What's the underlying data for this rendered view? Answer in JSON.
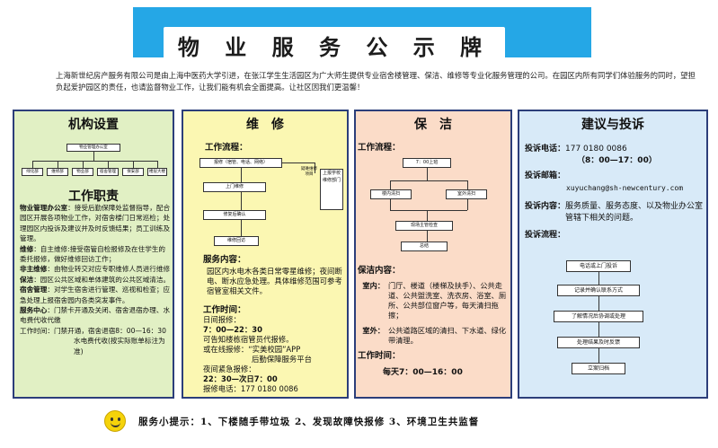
{
  "title": "物 业 服 务 公 示 牌",
  "intro": "上海新世纪房产服务有限公司是由上海中医药大学引进，在张江学生生活园区为广大师生提供专业宿舍楼管理、保洁、维修等专业化服务管理的公司。在园区内所有同学们体验服务的同时，望担负起爱护园区的责任，也请监督物业工作，让我们能有机会全面提高。让社区因我们更温馨！",
  "panel1": {
    "title": "机构设置",
    "org_top": "物业管理办公室",
    "org_children": [
      "绿化部",
      "维修部",
      "物业部",
      "宿舍管理",
      "保安部",
      "楼层大楼"
    ],
    "subtitle": "工作职责",
    "items": [
      {
        "k": "物业管理办公室",
        "v": "：接受后勤保障处监督指导，配合园区开展各项物业工作，对宿舍楼门日常巡检；处理园区内投诉及建议并及时反馈结果；员工训练及管理。"
      },
      {
        "k": "维修",
        "v": "：自主维修:接受宿管自检报修及在住学生的委托报修，做好维修回访工作；"
      },
      {
        "k": "非主维修",
        "v": "：由物业转交对应专职维修人员进行维修"
      },
      {
        "k": "保洁",
        "v": "：园区公共区域和单体建筑的公共区域清洁。"
      },
      {
        "k": "宿舍管理",
        "v": "：对学生宿舍进行管理、巡视和检查；应急处理上报宿舍园内各类突发事件。"
      },
      {
        "k": "服务中心",
        "v": "：门禁卡开通及关闭、宿舍退宿办理、水电费代收代缴"
      }
    ],
    "hours": "工作时间：门禁开通，宿舍退宿8：00—16：30",
    "hours2": "水电费代收(按实际账单标注为准)"
  },
  "panel2": {
    "title": "维　修",
    "flow_label": "工作流程：",
    "flow": [
      "报修（宿管、电话、网络）",
      "上门维修",
      "修复后确认",
      "维修回访",
      "上报学校维修部门",
      "疑难维修项目"
    ],
    "content_label": "服务内容：",
    "content": "园区内水电木各类日常零星维修；夜间断电、断水应急处理。具体维修范围可参考宿管室相关文件。",
    "time_label": "工作时间：",
    "time_lines": [
      "日间报修：",
      "7：00—22：30",
      "可告知楼栋宿管员代报修。",
      "或在线报修：“实美校园”APP",
      "后勤保障服务平台",
      "夜间紧急报修：",
      "22：30—次日7：00",
      "报修电话：177 0180 0086"
    ]
  },
  "panel3": {
    "title": "保　洁",
    "flow_label": "工作流程：",
    "flow": [
      "7：00上班",
      "楼内清扫",
      "室外清扫",
      "现场主管检查",
      "总结"
    ],
    "content_label": "保洁内容：",
    "indoor_k": "室内：",
    "indoor_v": "门厅、楼道（楼梯及扶手）、公共走道、公共盥洗室、洗衣房、浴室、厕所、公共部位窗户等，每天清扫拖擦；",
    "outdoor_k": "室外：",
    "outdoor_v": "公共道路区域的清扫、下水道、绿化带清理。",
    "time_label": "工作时间：",
    "time_value": "每天7：00—16：00"
  },
  "panel4": {
    "title": "建议与投诉",
    "phone_k": "投诉电话：",
    "phone_v": "177 0180 0086",
    "phone_hours": "（8：00—17：00）",
    "email_k": "投诉邮箱：",
    "email_v": "xuyuchang@sh-newcentury.com",
    "content_k": "投诉内容：",
    "content_v": "服务质量、服务态度、以及物业办公室管辖下相关的问题。",
    "flow_label": "投诉流程：",
    "flow": [
      "电话或上门投诉",
      "记录并确认联系方式",
      "了解情况后协调或处理",
      "处理结果及时反馈",
      "立案归档"
    ]
  },
  "tip": "服务小提示：1、下楼随手带垃圾 2、发现故障快报修 3、环境卫生共监督"
}
